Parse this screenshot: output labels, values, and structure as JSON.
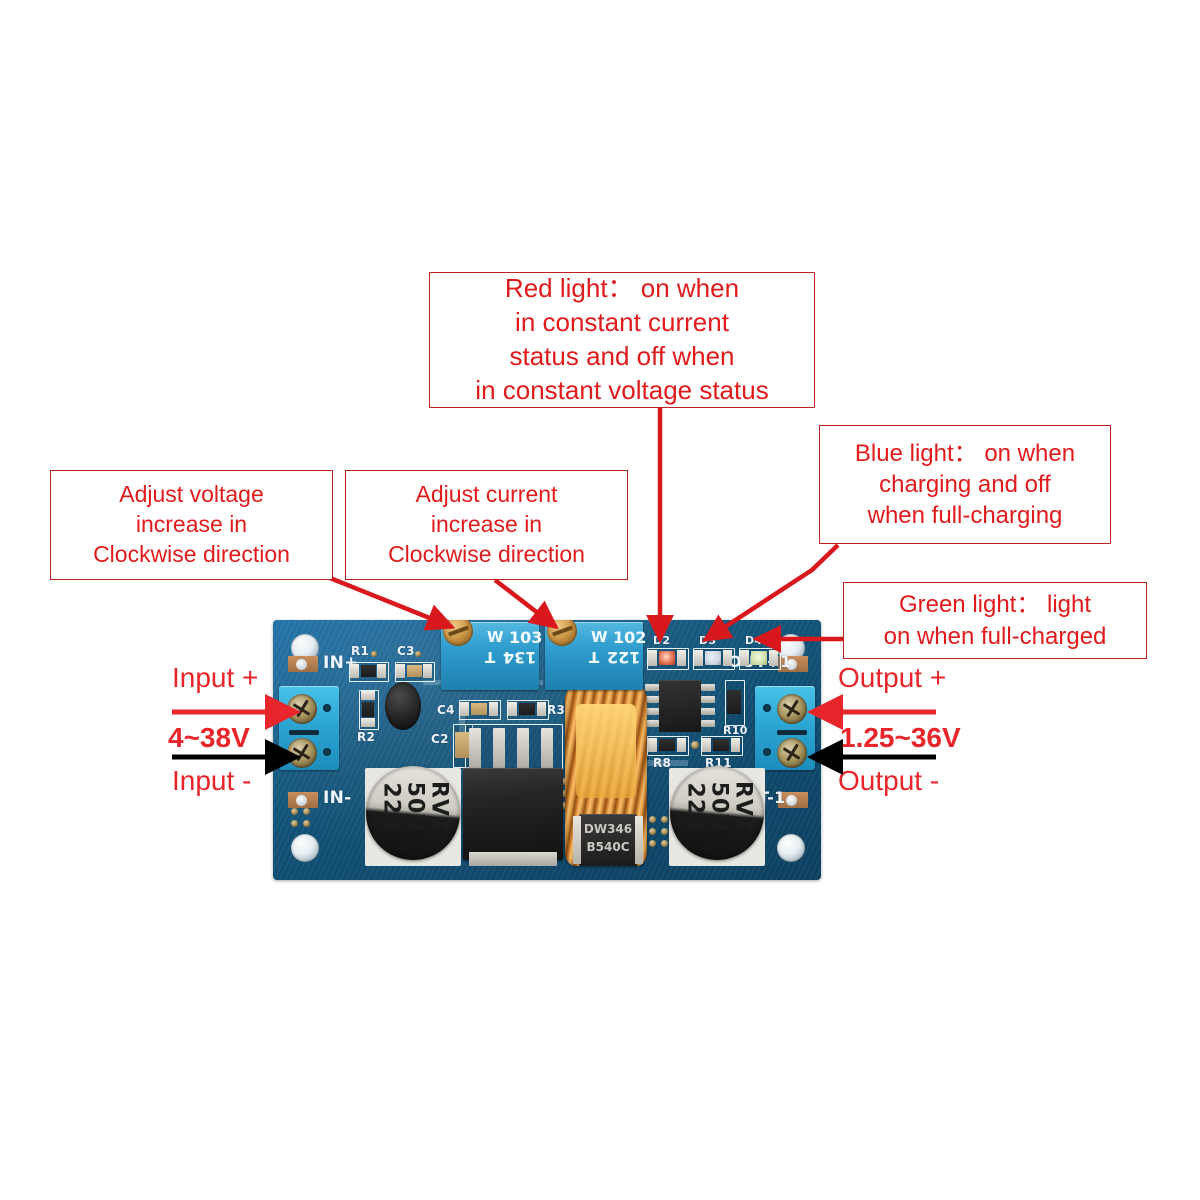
{
  "page": {
    "title": "XL4015 Step-Down Buck Converter Module - Annotated",
    "background_color": "#ffffff",
    "annotation_color": "#e01b1b",
    "annotation_border_color": "#c02020",
    "black_arrow_color": "#000000"
  },
  "callouts": [
    {
      "id": "red-light",
      "lines": [
        "Red light： on when",
        "in constant current",
        "status and off when",
        "in constant voltage status"
      ]
    },
    {
      "id": "blue-light",
      "lines": [
        "Blue light： on when",
        "charging and off",
        "when full-charging"
      ]
    },
    {
      "id": "green-light",
      "lines": [
        "Green light： light",
        "on when full-charged"
      ]
    },
    {
      "id": "adjust-voltage",
      "lines": [
        "Adjust voltage",
        "increase in",
        "Clockwise direction"
      ]
    },
    {
      "id": "adjust-current",
      "lines": [
        "Adjust current",
        "increase in",
        "Clockwise direction"
      ]
    }
  ],
  "terminal_labels": {
    "input_positive": "Input +",
    "input_negative": "Input -",
    "input_range": "4~38V",
    "output_positive": "Output +",
    "output_negative": "Output -",
    "output_range": "1.25~36V"
  },
  "pcb": {
    "silkscreen": [
      {
        "id": "in-plus",
        "text": "IN+"
      },
      {
        "id": "in-minus",
        "text": "IN-"
      },
      {
        "id": "out-plus",
        "text": "OUT+1"
      },
      {
        "id": "out-minus",
        "text": "UT-1"
      },
      {
        "id": "r1",
        "text": "R1"
      },
      {
        "id": "c3",
        "text": "C3"
      },
      {
        "id": "r2",
        "text": "R2"
      },
      {
        "id": "c4",
        "text": "C4"
      },
      {
        "id": "c2",
        "text": "C2"
      },
      {
        "id": "r3",
        "text": "R3"
      },
      {
        "id": "r8",
        "text": "R8"
      },
      {
        "id": "r10",
        "text": "R10"
      },
      {
        "id": "r11",
        "text": "R11"
      },
      {
        "id": "d2",
        "text": "D2"
      },
      {
        "id": "d3",
        "text": "D3"
      },
      {
        "id": "d4",
        "text": "D4"
      }
    ],
    "trimpots": [
      {
        "id": "voltage-trimpot",
        "code": "103",
        "mark": "W",
        "code2": "134",
        "mark2": "T"
      },
      {
        "id": "current-trimpot",
        "code": "102",
        "mark": "W",
        "code2": "122",
        "mark2": "T"
      }
    ],
    "capacitors": [
      {
        "id": "input-cap",
        "value": "220",
        "voltage": "50V",
        "series": "RVT"
      },
      {
        "id": "output-cap",
        "value": "220",
        "voltage": "50V",
        "series": "RVT"
      }
    ],
    "diode": {
      "id": "schottky-diode",
      "line1": "DW346",
      "line2": "B540C"
    },
    "leds": [
      {
        "id": "led-red",
        "ref": "D2",
        "color": "#e06a49"
      },
      {
        "id": "led-blue",
        "ref": "D3",
        "color": "#9db0c6"
      },
      {
        "id": "led-green",
        "ref": "D4",
        "color": "#b5cc86"
      }
    ],
    "colors": {
      "board": "#14587f",
      "terminal_block": "#2da6d4",
      "inductor": "#d98a32",
      "silkscreen": "#eef6ff"
    }
  }
}
